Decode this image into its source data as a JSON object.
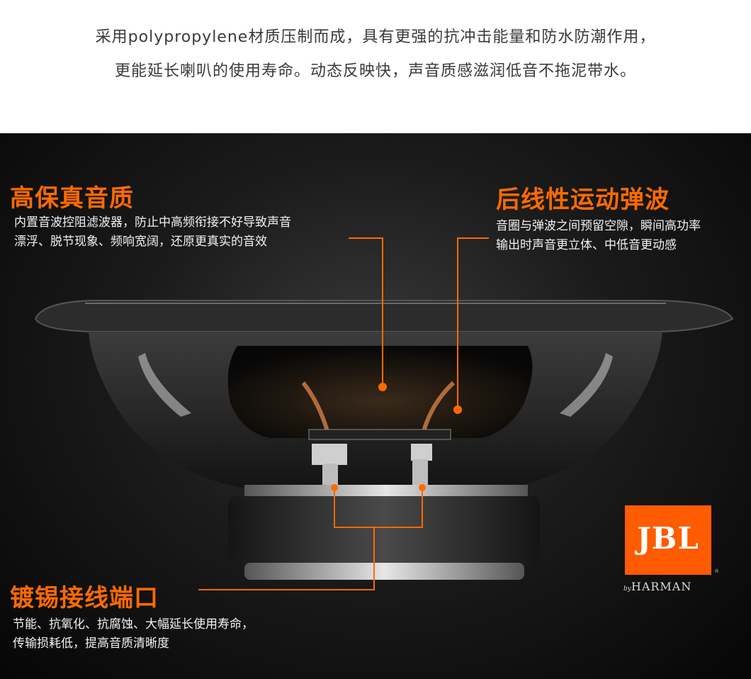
{
  "intro": {
    "line1": "采用polypropylene材质压制而成，具有更强的抗冲击能量和防水防潮作用，",
    "line2": "更能延长喇叭的使用寿命。动态反映快，声音质感滋润低音不拖泥带水。"
  },
  "features": {
    "top_left": {
      "title": "高保真音质",
      "line1": "内置音波控阻滤波器，防止中高频衔接不好导致声音",
      "line2": "漂浮、脱节现象、频响宽阔，还原更真实的音效"
    },
    "top_right": {
      "title": "后线性运动弹波",
      "line1": "音圈与弹波之间预留空隙，瞬间高功率",
      "line2": "输出时声音更立体、中低音更动感"
    },
    "bottom": {
      "title": "镀锡接线端口",
      "line1": "节能、抗氧化、抗腐蚀、大幅延长使用寿命，",
      "line2": "传输损耗低，提高音质清晰度"
    }
  },
  "logo": {
    "brand": "JBL",
    "by": "by",
    "company": "HARMAN",
    "registered": "®"
  },
  "colors": {
    "accent": "#ff6a00",
    "logo_bg": "#ff5b00",
    "background": "#0b0b0b",
    "intro_text": "#3a3a3a"
  }
}
